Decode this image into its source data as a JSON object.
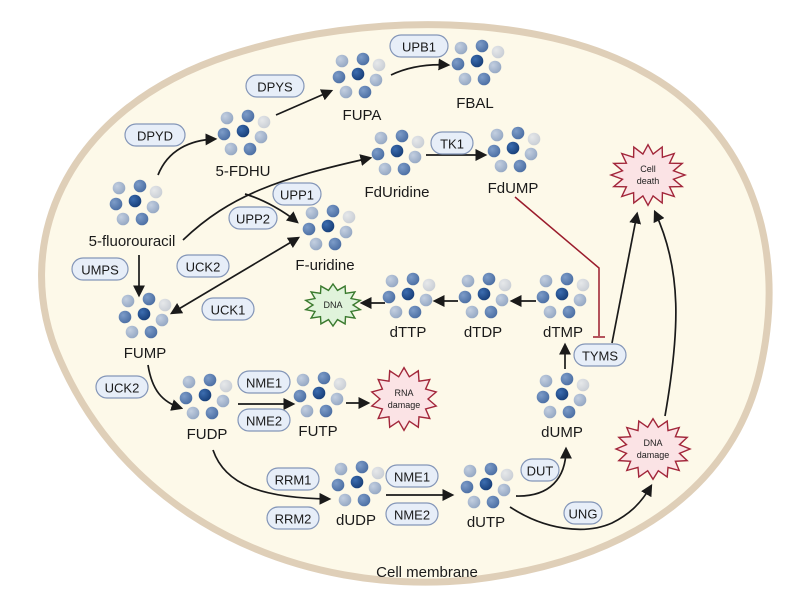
{
  "title": "5-fluorouracil metabolism pathway",
  "colors": {
    "cytoplasm": "#fdf9e9",
    "membrane": "#dfcfb8",
    "enzyme_fill": "#e7eef8",
    "enzyme_stroke": "#8496b8",
    "arrow": "#1a1a1a",
    "inhibition": "#9b1c2c",
    "damage_fill": "#fbe3e5",
    "damage_stroke": "#a2263a",
    "dna_fill": "#e0f3db",
    "dna_stroke": "#3a7a2e",
    "bead_dark": "#1f4a8a",
    "bead_mid": "#5b7db0",
    "bead_light": "#a9b8cf",
    "bead_pale": "#d7dbe0"
  },
  "membrane_label": "Cell membrane",
  "molecules": [
    {
      "id": "fu",
      "label": "5-fluorouracil"
    },
    {
      "id": "fdhu",
      "label": "5-FDHU"
    },
    {
      "id": "fupa",
      "label": "FUPA"
    },
    {
      "id": "fbal",
      "label": "FBAL"
    },
    {
      "id": "fdur",
      "label": "FdUridine"
    },
    {
      "id": "fdump",
      "label": "FdUMP"
    },
    {
      "id": "furid",
      "label": "F-uridine"
    },
    {
      "id": "fump",
      "label": "FUMP"
    },
    {
      "id": "fudp",
      "label": "FUDP"
    },
    {
      "id": "futp",
      "label": "FUTP"
    },
    {
      "id": "dudp",
      "label": "dUDP"
    },
    {
      "id": "dutp",
      "label": "dUTP"
    },
    {
      "id": "dump",
      "label": "dUMP"
    },
    {
      "id": "dtmp",
      "label": "dTMP"
    },
    {
      "id": "dtdp",
      "label": "dTDP"
    },
    {
      "id": "dttp",
      "label": "dTTP"
    }
  ],
  "enzymes": [
    {
      "id": "dpyd",
      "label": "DPYD"
    },
    {
      "id": "dpys",
      "label": "DPYS"
    },
    {
      "id": "upb1",
      "label": "UPB1"
    },
    {
      "id": "tk1",
      "label": "TK1"
    },
    {
      "id": "upp1",
      "label": "UPP1"
    },
    {
      "id": "upp2",
      "label": "UPP2"
    },
    {
      "id": "umps",
      "label": "UMPS"
    },
    {
      "id": "uck2a",
      "label": "UCK2"
    },
    {
      "id": "uck1",
      "label": "UCK1"
    },
    {
      "id": "uck2b",
      "label": "UCK2"
    },
    {
      "id": "nme1a",
      "label": "NME1"
    },
    {
      "id": "nme2a",
      "label": "NME2"
    },
    {
      "id": "rrm1",
      "label": "RRM1"
    },
    {
      "id": "rrm2",
      "label": "RRM2"
    },
    {
      "id": "nme1b",
      "label": "NME1"
    },
    {
      "id": "nme2b",
      "label": "NME2"
    },
    {
      "id": "dut",
      "label": "DUT"
    },
    {
      "id": "ung",
      "label": "UNG"
    },
    {
      "id": "tyms",
      "label": "TYMS"
    }
  ],
  "outcomes": [
    {
      "id": "dna",
      "lines": [
        "DNA"
      ],
      "kind": "dna"
    },
    {
      "id": "rna_damage",
      "lines": [
        "RNA",
        "damage"
      ],
      "kind": "damage"
    },
    {
      "id": "cell_death",
      "lines": [
        "Cell",
        "death"
      ],
      "kind": "damage"
    },
    {
      "id": "dna_damage",
      "lines": [
        "DNA",
        "damage"
      ],
      "kind": "damage"
    }
  ],
  "edges": [
    {
      "from": "fu",
      "to": "fdhu",
      "enzymes": [
        "DPYD"
      ],
      "type": "activation"
    },
    {
      "from": "fdhu",
      "to": "fupa",
      "enzymes": [
        "DPYS"
      ],
      "type": "activation"
    },
    {
      "from": "fupa",
      "to": "fbal",
      "enzymes": [
        "UPB1"
      ],
      "type": "activation"
    },
    {
      "from": "fu",
      "to": "fdur",
      "enzymes": [
        "UPP1",
        "UPP2"
      ],
      "type": "activation"
    },
    {
      "from": "fu",
      "to": "furid",
      "enzymes": [
        "UPP1",
        "UPP2"
      ],
      "type": "activation"
    },
    {
      "from": "fdur",
      "to": "fdump",
      "enzymes": [
        "TK1"
      ],
      "type": "activation"
    },
    {
      "from": "fu",
      "to": "fump",
      "enzymes": [
        "UMPS"
      ],
      "type": "activation"
    },
    {
      "from": "fump",
      "to": "furid",
      "enzymes": [
        "UCK2",
        "UCK1"
      ],
      "type": "bidirectional"
    },
    {
      "from": "fump",
      "to": "fudp",
      "enzymes": [
        "UCK2"
      ],
      "type": "activation"
    },
    {
      "from": "fudp",
      "to": "futp",
      "enzymes": [
        "NME1",
        "NME2"
      ],
      "type": "activation"
    },
    {
      "from": "futp",
      "to": "rna_damage",
      "enzymes": [],
      "type": "activation"
    },
    {
      "from": "fudp",
      "to": "dudp",
      "enzymes": [
        "RRM1",
        "RRM2"
      ],
      "type": "activation"
    },
    {
      "from": "dudp",
      "to": "dutp",
      "enzymes": [
        "NME1",
        "NME2"
      ],
      "type": "activation"
    },
    {
      "from": "dutp",
      "to": "dump",
      "enzymes": [
        "DUT"
      ],
      "type": "activation"
    },
    {
      "from": "dutp",
      "to": "dna_damage",
      "enzymes": [
        "UNG"
      ],
      "type": "activation"
    },
    {
      "from": "dump",
      "to": "dtmp",
      "enzymes": [
        "TYMS"
      ],
      "type": "activation"
    },
    {
      "from": "dtmp",
      "to": "dtdp",
      "enzymes": [],
      "type": "activation"
    },
    {
      "from": "dtdp",
      "to": "dttp",
      "enzymes": [],
      "type": "activation"
    },
    {
      "from": "dttp",
      "to": "dna",
      "enzymes": [],
      "type": "activation"
    },
    {
      "from": "fdump",
      "to": "tyms",
      "enzymes": [],
      "type": "inhibition"
    },
    {
      "from": "tyms",
      "to": "cell_death",
      "enzymes": [],
      "type": "activation"
    },
    {
      "from": "dna_damage",
      "to": "cell_death",
      "enzymes": [],
      "type": "activation"
    }
  ]
}
